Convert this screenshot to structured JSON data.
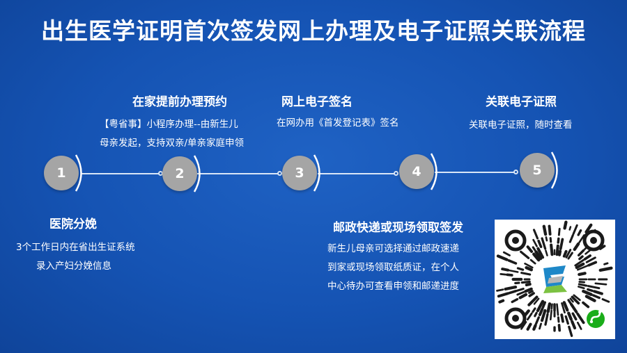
{
  "title": "出生医学证明首次签发网上办理及电子证照关联流程",
  "steps": [
    {
      "number": "1",
      "title": "医院分娩",
      "desc": [
        "3个工作日内在省出生证系统",
        "录入产妇分娩信息"
      ]
    },
    {
      "number": "2",
      "title": "在家提前办理预约",
      "desc": [
        "【粤省事】小程序办理--由新生儿",
        "母亲发起，支持双亲/单亲家庭申领"
      ]
    },
    {
      "number": "3",
      "title": "网上电子签名",
      "desc": [
        "在网办用《首发登记表》签名"
      ]
    },
    {
      "number": "4",
      "title": "邮政快递或现场领取签发",
      "desc": [
        "新生儿母亲可选择通过邮政速递",
        "到家或现场领取纸质证，在个人",
        "中心待办可查看申领和邮递进度"
      ]
    },
    {
      "number": "5",
      "title": "关联电子证照",
      "desc": [
        "关联电子证照，随时查看"
      ]
    }
  ],
  "colors": {
    "background": "#1553b3",
    "node_fill": "#a5a5a5",
    "connector": "#d9e6f7",
    "text": "#ffffff"
  },
  "qr_code": {
    "icon": "miniprogram-qr-code-icon",
    "logo_icon": "yueshengshi-logo-icon",
    "badge_icon": "wechat-miniprogram-icon"
  }
}
